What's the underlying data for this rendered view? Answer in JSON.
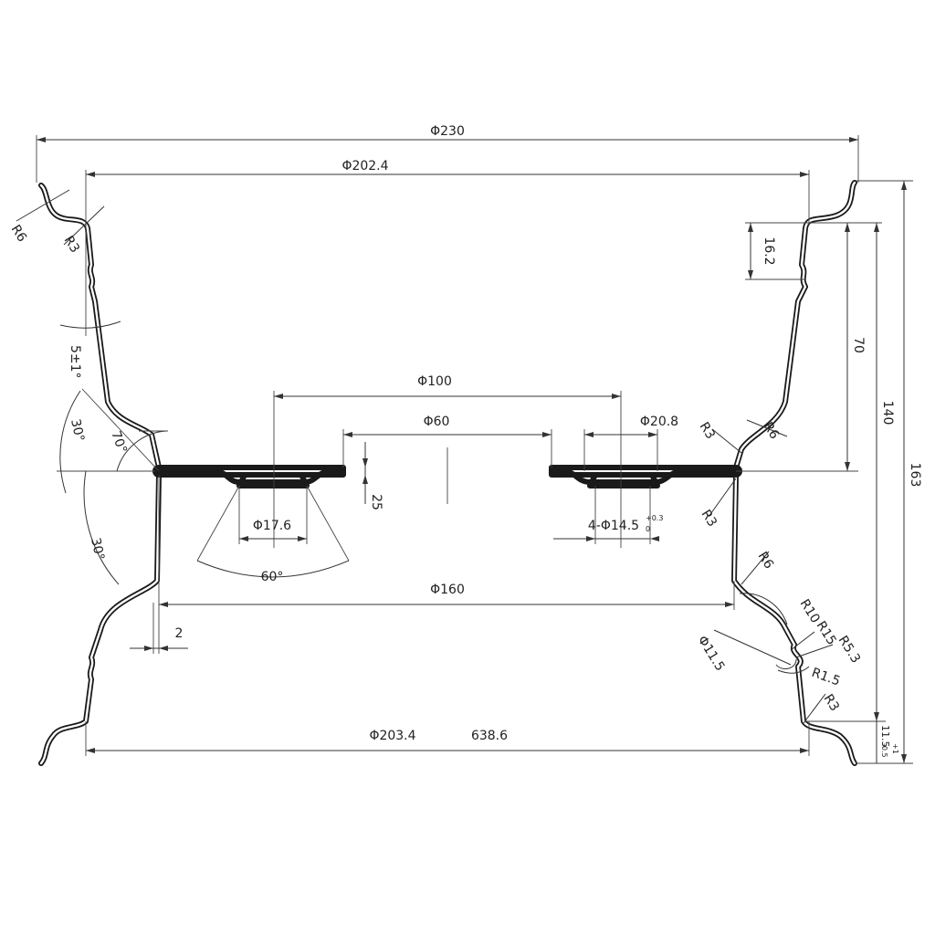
{
  "dimensions": {
    "d230": "Φ230",
    "d202_4": "Φ202.4",
    "d100": "Φ100",
    "d60": "Φ60",
    "d20_8": "Φ20.8",
    "d17_6": "Φ17.6",
    "d14_5": "4-Φ14.5",
    "d14_5_tol_upper": "+0.3",
    "d14_5_tol_lower": "0",
    "d160": "Φ160",
    "d11_5": "Φ11.5",
    "d203_4": "Φ203.4",
    "len638_6": "638.6",
    "h16_2": "16.2",
    "h70": "70",
    "h140": "140",
    "h163": "163",
    "h11_5": "11.5",
    "h11_5_tol_upper": "+1",
    "h11_5_tol_lower": "-0.5",
    "t25": "25",
    "t2": "2"
  },
  "angles": {
    "a5": "5±1°",
    "a30_upper": "30°",
    "a70": "70°",
    "a30_lower": "30°",
    "a60": "60°"
  },
  "radii": {
    "r6_left": "R6",
    "r3_left": "R3",
    "r3_right_upper": "R3",
    "r6_right_upper": "R6",
    "r3_right_center": "R3",
    "r6_right_lower": "R6",
    "r10": "R10",
    "r15": "R15",
    "r5_3": "R5.3",
    "r1_5": "R1.5",
    "r3_right_lower": "R3"
  }
}
